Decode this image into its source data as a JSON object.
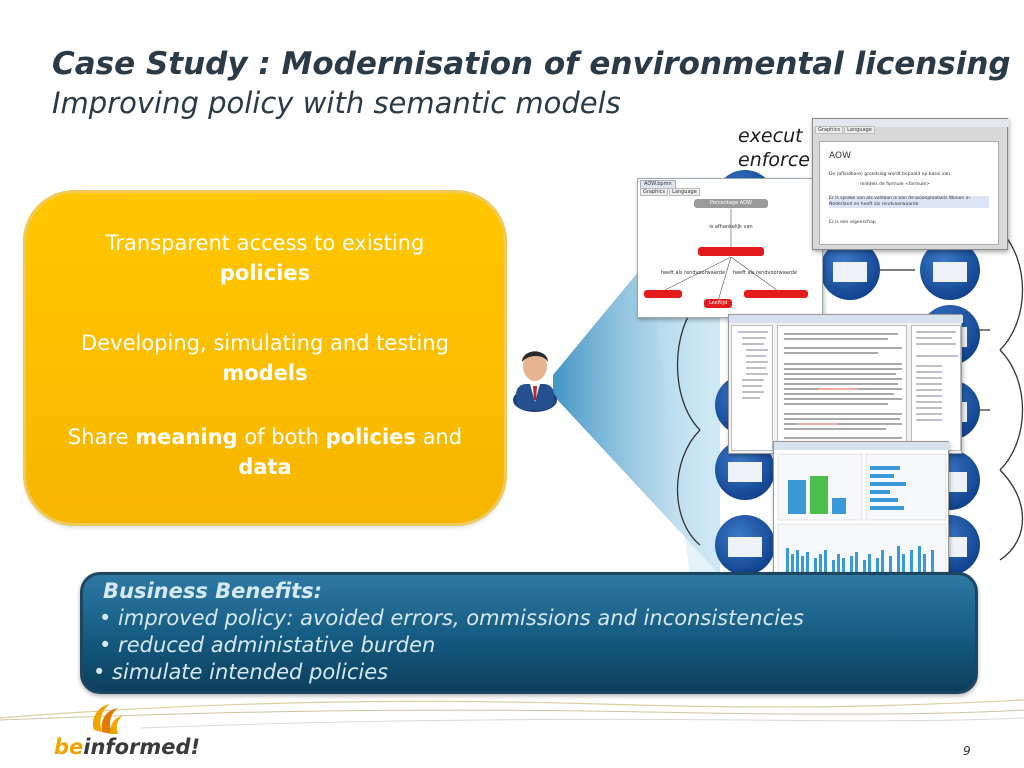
{
  "slide": {
    "title": "Case Study : Modernisation of environmental licensing",
    "subtitle": "Improving policy with semantic models",
    "page_number": "9"
  },
  "panel": {
    "line1": "Transparent access to existing",
    "line1_bold": "policies",
    "line2": "Developing, simulating and testing",
    "line2_bold": "models",
    "line3_a": "Share ",
    "line3_b": "meaning",
    "line3_c": " of both ",
    "line3_d": "policies",
    "line3_e": " and",
    "line3_bold2": "data"
  },
  "diagram": {
    "exec_line1": "execut",
    "exec_line2": "enforce",
    "graph_window": {
      "tab": "AOW.bpmn",
      "tabs": [
        "Graphics",
        "Language"
      ],
      "nodes": [
        "Percentage AOW",
        "is afhankelijk van",
        "heeft als rendvoorwaarde",
        "heeft als rendvoorwaarde",
        "Leeftijd"
      ]
    },
    "aow_window": {
      "tabs": [
        "Graphics",
        "Language"
      ],
      "heading": "AOW",
      "text1": "De (afleidbare) grondslag wordt bepaald op basis van",
      "text2": "middels de formule <formule>",
      "text3": "Er is sprake van als voldaan is aan de woonplaatseis Wonen in Nederland en heeft als rendvoorwaarde",
      "text4": "Er is een eigenschap"
    }
  },
  "benefits": {
    "heading": "Business Benefits:",
    "items": [
      "• improved policy: avoided errors, ommissions and inconsistencies",
      "• reduced administative burden",
      "• simulate intended policies"
    ]
  },
  "brand": {
    "logo_be": "be",
    "logo_informed": "informed!",
    "accent": "#f0a500",
    "panel_color": "#f7b500",
    "benefits_color": "#155a80"
  }
}
